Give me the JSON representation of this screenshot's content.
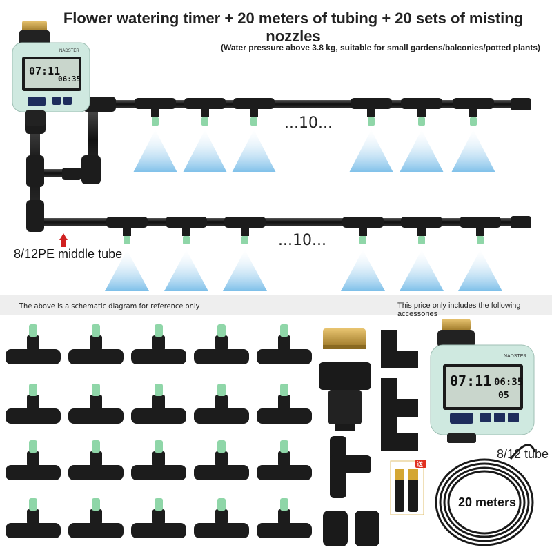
{
  "header": {
    "title": "Flower watering timer + 20 meters of tubing + 20 sets of misting nozzles",
    "subtitle": "(Water pressure above 3.8 kg, suitable for small gardens/balconies/potted plants)"
  },
  "diagram": {
    "row1_count_label": "...10...",
    "row2_count_label": "...10...",
    "tube_label": "8/12PE middle tube"
  },
  "band": {
    "left_text": "The above is a schematic diagram for reference only",
    "right_text": "This price only includes the following accessories"
  },
  "timer": {
    "brand": "NADSTER",
    "time_main": "07:11",
    "time_secondary": "06:35",
    "small_readout": "05"
  },
  "accessories": {
    "tube_size_label": "8/12 tube",
    "tube_length_label": "20 meters",
    "battery_tag": "送"
  },
  "colors": {
    "tube": "#1a1a1a",
    "nozzle": "#8fd6a8",
    "mist": "#8ec8ee",
    "timer_body": "#cfe9e0",
    "brass": "#c9a24a"
  }
}
